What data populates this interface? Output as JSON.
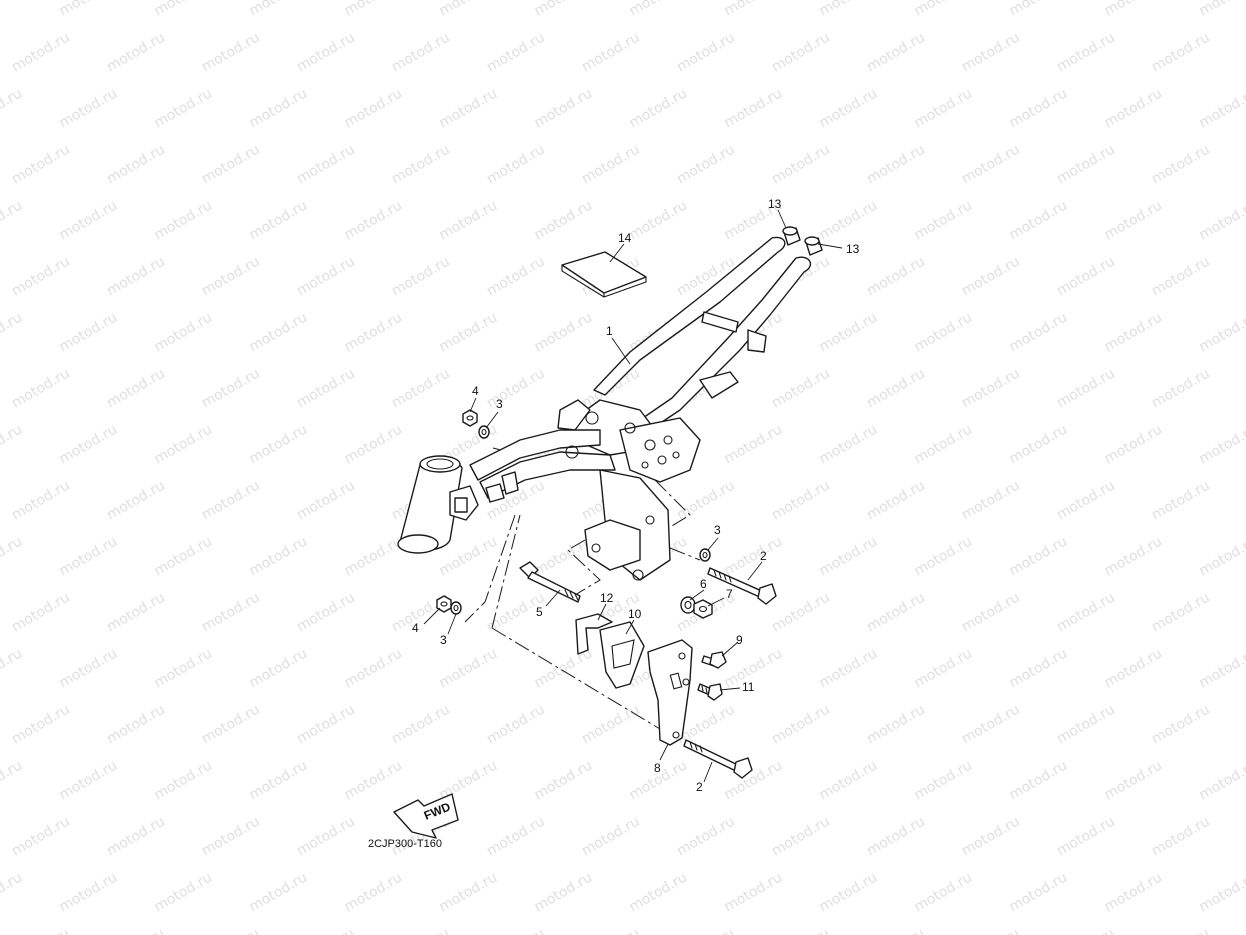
{
  "watermark": "motod.ru",
  "diagram_code": "2CJP300-T160",
  "fwd_label": "FWD",
  "callouts": {
    "c1": "1",
    "c2a": "2",
    "c2b": "2",
    "c3a": "3",
    "c3b": "3",
    "c3c": "3",
    "c4a": "4",
    "c4b": "4",
    "c5": "5",
    "c6": "6",
    "c7": "7",
    "c8": "8",
    "c9": "9",
    "c10": "10",
    "c11": "11",
    "c12": "12",
    "c13a": "13",
    "c13b": "13",
    "c14": "14"
  },
  "colors": {
    "ink": "#1a1a1a",
    "watermark": "#c6c6c6",
    "background": "#ffffff"
  }
}
